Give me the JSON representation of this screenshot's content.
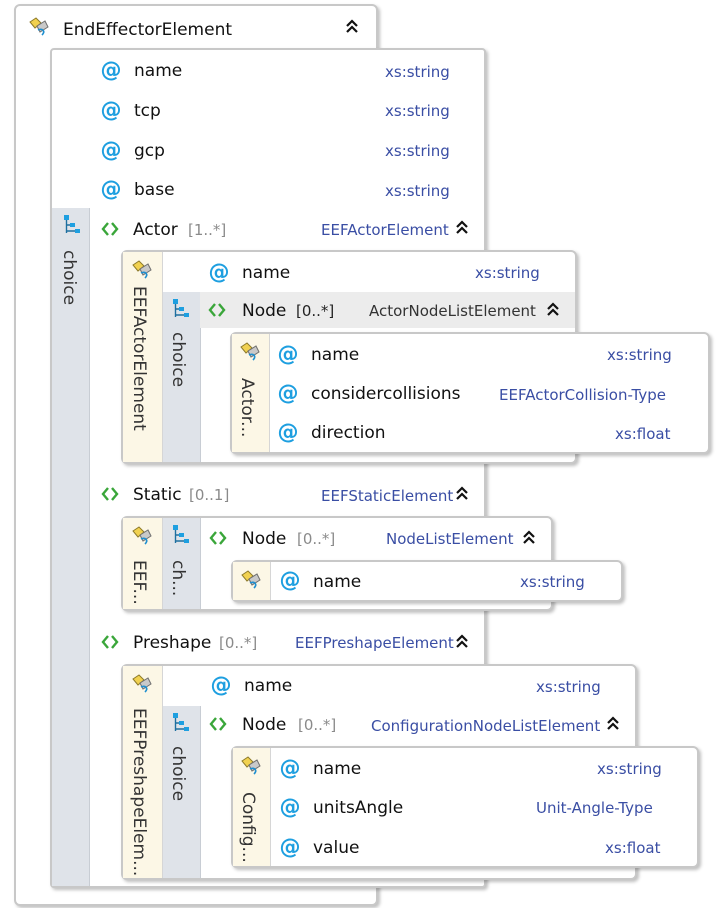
{
  "root": {
    "title": "EndEffectorElement"
  },
  "choice_label": "choice",
  "root_attributes": [
    {
      "name": "name",
      "type": "xs:string"
    },
    {
      "name": "tcp",
      "type": "xs:string"
    },
    {
      "name": "gcp",
      "type": "xs:string"
    },
    {
      "name": "base",
      "type": "xs:string"
    }
  ],
  "actor": {
    "name": "Actor",
    "cardinality": "[1..*]",
    "type": "EEFActorElement",
    "type_label": "EEFActorElement",
    "attribute": {
      "name": "name",
      "type": "xs:string"
    },
    "choice_label": "choice",
    "node": {
      "name": "Node",
      "cardinality": "[0..*]",
      "type": "ActorNodeListElement",
      "type_label": "Actor...",
      "attributes": [
        {
          "name": "name",
          "type": "xs:string"
        },
        {
          "name": "considercollisions",
          "type": "EEFActorCollision-Type"
        },
        {
          "name": "direction",
          "type": "xs:float"
        }
      ]
    }
  },
  "static": {
    "name": "Static",
    "cardinality": "[0..1]",
    "type": "EEFStaticElement",
    "type_label": "EEF...",
    "choice_label": "ch...",
    "node": {
      "name": "Node",
      "cardinality": "[0..*]",
      "type": "NodeListElement",
      "attributes": [
        {
          "name": "name",
          "type": "xs:string"
        }
      ]
    }
  },
  "preshape": {
    "name": "Preshape",
    "cardinality": "[0..*]",
    "type": "EEFPreshapeElement",
    "type_label": "EEFPreshapeElem...",
    "attribute": {
      "name": "name",
      "type": "xs:string"
    },
    "choice_label": "choice",
    "node": {
      "name": "Node",
      "cardinality": "[0..*]",
      "type": "ConfigurationNodeListElement",
      "type_label": "Config...",
      "attributes": [
        {
          "name": "name",
          "type": "xs:string"
        },
        {
          "name": "unitsAngle",
          "type": "Unit-Angle-Type"
        },
        {
          "name": "value",
          "type": "xs:float"
        }
      ]
    }
  },
  "icons": {
    "attribute": "at-icon",
    "element": "element-chevron-icon",
    "complex_type": "complex-type-icon",
    "choice": "choice-icon",
    "collapse": "collapse-icon"
  },
  "colors": {
    "type_text": "#3a4ea4",
    "attribute_icon": "#1e9fe0",
    "element_icon": "#3aa63a"
  }
}
